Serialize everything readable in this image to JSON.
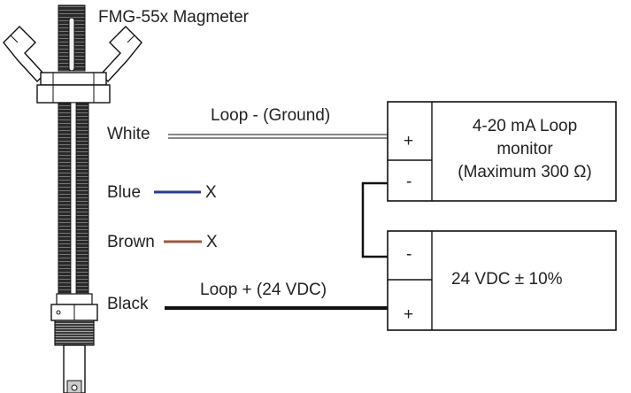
{
  "title": "FMG-55x Magmeter",
  "wires": {
    "white": "White",
    "blue": "Blue",
    "brown": "Brown",
    "black": "Black",
    "no_connect": "X"
  },
  "loop_minus_label": "Loop - (Ground)",
  "loop_plus_label": "Loop + (24 VDC)",
  "loop_monitor": {
    "line1": "4-20 mA Loop",
    "line2": "monitor",
    "line3": "(Maximum 300 Ω)",
    "plus": "+",
    "minus": "-"
  },
  "power_supply": {
    "label": "24 VDC ± 10%",
    "minus": "-",
    "plus": "+"
  },
  "colors": {
    "line": "#1a1a1a",
    "blue_wire": "#2b3990",
    "brown_wire": "#9a5a3c"
  }
}
